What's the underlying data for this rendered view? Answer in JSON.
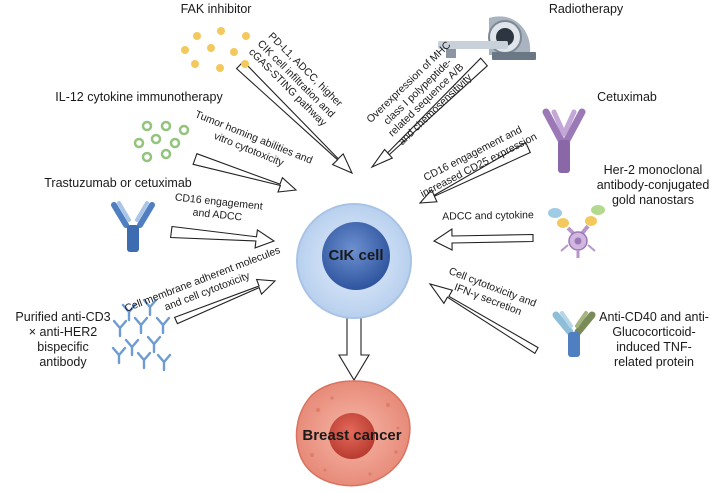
{
  "center_cell": {
    "label": "CIK cell"
  },
  "target": {
    "label": "Breast cancer"
  },
  "sources": [
    {
      "id": "fak",
      "name": [
        "FAK inhibitor"
      ],
      "effect": [
        "PD-L1, ADCC, higher",
        "CIK cell infiltration and",
        "cGAS-STING pathway"
      ],
      "icon": "yellow-dots-icon"
    },
    {
      "id": "radiotherapy",
      "name": [
        "Radiotherapy"
      ],
      "effect": [
        "Overexpression of MHC",
        "class I polypeptide-",
        "related sequence A/B",
        "and chemosensitivity"
      ],
      "icon": "ct-scanner-icon"
    },
    {
      "id": "il12",
      "name": [
        "IL-12 cytokine immunotherapy"
      ],
      "effect": [
        "Tumor homing abilities and",
        "vitro cytotoxicity"
      ],
      "icon": "green-rings-icon"
    },
    {
      "id": "cetuximab",
      "name": [
        "Cetuximab"
      ],
      "effect": [
        "CD16 engagement and",
        "increased CD25 expression"
      ],
      "icon": "purple-antibody-icon"
    },
    {
      "id": "trastuzumab",
      "name": [
        "Trastuzumab or cetuximab"
      ],
      "effect": [
        "CD16 engagement",
        "and ADCC"
      ],
      "icon": "blue-antibody-icon"
    },
    {
      "id": "her2gold",
      "name": [
        "Her-2 monoclonal",
        "antibody-conjugated",
        "gold nanostars"
      ],
      "effect": [
        "ADCC and cytokine"
      ],
      "icon": "gold-nanostar-icon"
    },
    {
      "id": "bispecific",
      "name": [
        "Purified anti-CD3",
        "× anti-HER2",
        "bispecific",
        "antibody"
      ],
      "effect": [
        "Cell membrane adherent molecules",
        "and cell cytotoxicity"
      ],
      "icon": "antibody-cluster-icon"
    },
    {
      "id": "cd40",
      "name": [
        "Anti-CD40 and anti-",
        "Glucocorticoid-",
        "induced TNF-",
        "related protein"
      ],
      "effect": [
        "Cell cytotoxicity and",
        "IFN-γ secretion"
      ],
      "icon": "blue-green-antibody-icon"
    }
  ],
  "colors": {
    "cell_outer": "#c9dcf2",
    "cell_inner": "#3f68b5",
    "tumor_outer": "#f0a291",
    "tumor_inner": "#cf4a3e",
    "arrow_stroke": "#222222",
    "yellow": "#f3c95d",
    "green": "#93c47d",
    "purple": "#9b78b6",
    "blue": "#4f7fc0"
  }
}
